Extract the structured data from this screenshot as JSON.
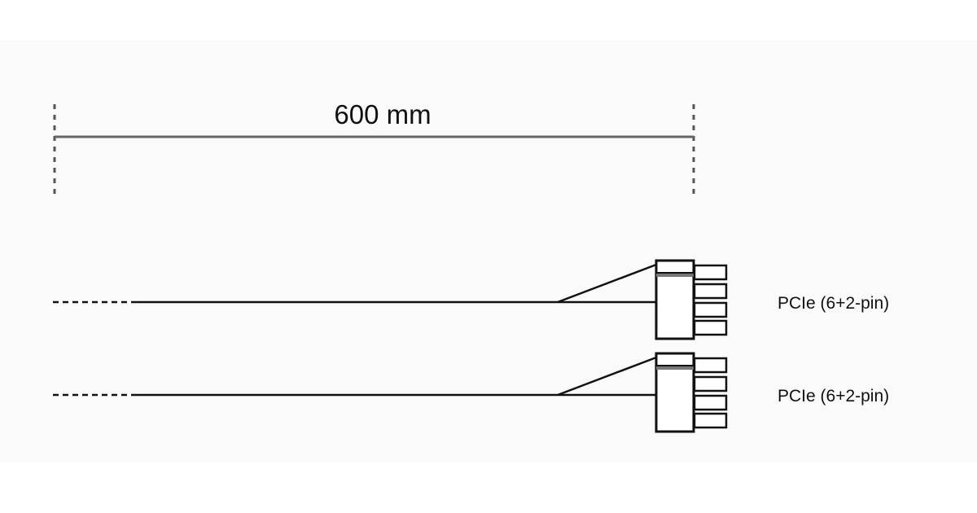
{
  "dimension": {
    "label": "600 mm"
  },
  "cables": [
    {
      "label": "PCIe (6+2-pin)"
    },
    {
      "label": "PCIe (6+2-pin)"
    }
  ],
  "colors": {
    "line": "#111111",
    "dimension": "#666666",
    "panel": "#fafafa"
  }
}
